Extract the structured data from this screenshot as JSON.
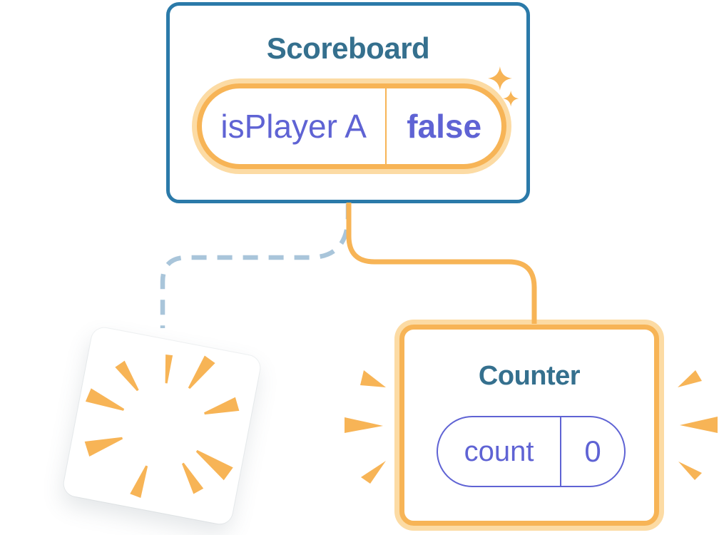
{
  "scoreboard": {
    "title": "Scoreboard",
    "state": {
      "key": "isPlayer A",
      "value": "false"
    }
  },
  "counter": {
    "title": "Counter",
    "state": {
      "key": "count",
      "value": "0"
    }
  },
  "colors": {
    "blue": "#2b7aa9",
    "teal": "#35708e",
    "purple": "#5f63d4",
    "orange": "#f7b456",
    "cream": "#fcdba4",
    "dash": "#a9c5da",
    "bg": "#ffffff"
  }
}
